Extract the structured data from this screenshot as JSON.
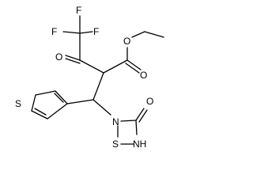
{
  "structure": {
    "atoms": {
      "f1": "F",
      "f2": "F",
      "f3": "F",
      "ketone_o": "O",
      "ester_o_single": "O",
      "ester_o_double": "O",
      "thiophene_s": "S",
      "ring_n": "N",
      "ring_s": "S",
      "ring_nh": "NH",
      "ring_carbonyl_o": "O"
    }
  },
  "colors": {
    "bond": "#000000",
    "background": "#ffffff"
  }
}
